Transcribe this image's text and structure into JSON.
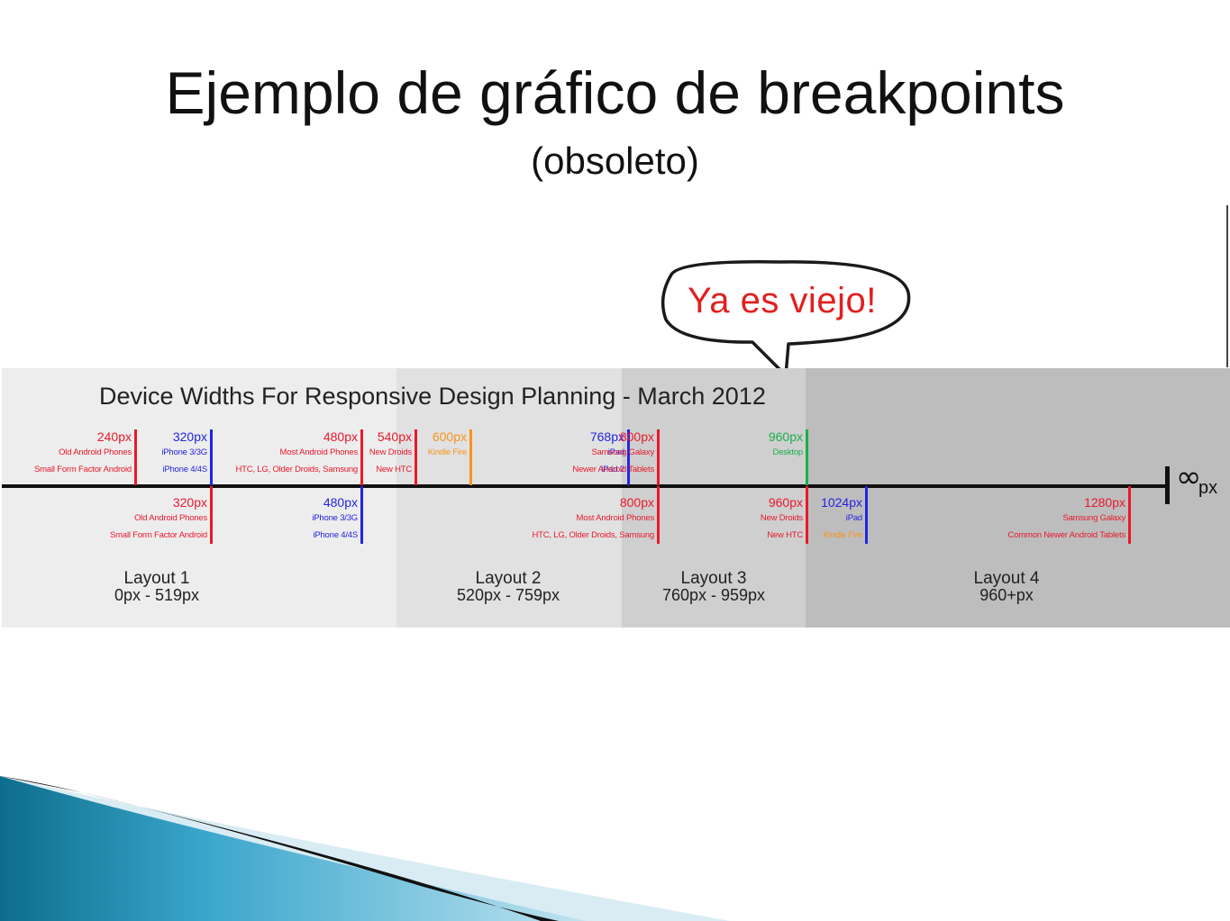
{
  "slide": {
    "title": "Ejemplo de gráfico de breakpoints",
    "subtitle": "(obsoleto)",
    "speech_bubble": "Ya es viejo!"
  },
  "colors": {
    "red": "#e8192c",
    "blue": "#2424e0",
    "orange": "#f7931e",
    "green": "#19b04a",
    "zone1": "#ededed",
    "zone2": "#e1e1e1",
    "zone3": "#cfcfcf",
    "zone4": "#bdbdbd"
  },
  "chart": {
    "title": "Device Widths For Responsive Design Planning - March 2012",
    "axis_end": "∞",
    "axis_unit": "px",
    "top_breakpoints": [
      {
        "px": "240px",
        "color": "red",
        "devices": [
          "Old Android Phones",
          "Small Form Factor Android"
        ]
      },
      {
        "px": "320px",
        "color": "blue",
        "devices": [
          "iPhone 3/3G",
          "iPhone 4/4S"
        ]
      },
      {
        "px": "480px",
        "color": "red",
        "devices": [
          "Most Android Phones",
          "HTC, LG, Older Droids, Samsung"
        ]
      },
      {
        "px": "540px",
        "color": "red",
        "devices": [
          "New Droids",
          "New HTC"
        ]
      },
      {
        "px": "600px",
        "color": "orange",
        "devices": [
          "Kindle Fire"
        ]
      },
      {
        "px": "768px",
        "color": "blue",
        "devices": [
          "iPad",
          "iPad 2"
        ]
      },
      {
        "px": "800px",
        "color": "red",
        "devices": [
          "Samsung Galaxy",
          "Newer Android Tablets"
        ]
      },
      {
        "px": "960px",
        "color": "green",
        "devices": [
          "Desktop"
        ]
      }
    ],
    "bottom_breakpoints": [
      {
        "px": "320px",
        "color": "red",
        "devices": [
          "Old Android Phones",
          "Small Form Factor Android"
        ]
      },
      {
        "px": "480px",
        "color": "blue",
        "devices": [
          "iPhone 3/3G",
          "iPhone 4/4S"
        ]
      },
      {
        "px": "800px",
        "color": "red",
        "devices": [
          "Most Android Phones",
          "HTC, LG, Older Droids, Samsung"
        ]
      },
      {
        "px": "960px",
        "color": "red",
        "devices": [
          "New Droids",
          "New HTC"
        ]
      },
      {
        "px": "1024px",
        "color": "blue",
        "devices": [
          "iPad",
          "Kindle Fire"
        ],
        "device_colors": [
          "blue",
          "orange"
        ]
      },
      {
        "px": "1280px",
        "color": "red",
        "devices": [
          "Samsung Galaxy",
          "Common Newer Android Tablets"
        ]
      }
    ],
    "layouts": [
      {
        "name": "Layout 1",
        "range": "0px - 519px"
      },
      {
        "name": "Layout 2",
        "range": "520px - 759px"
      },
      {
        "name": "Layout 3",
        "range": "760px - 959px"
      },
      {
        "name": "Layout 4",
        "range": "960+px"
      }
    ]
  }
}
